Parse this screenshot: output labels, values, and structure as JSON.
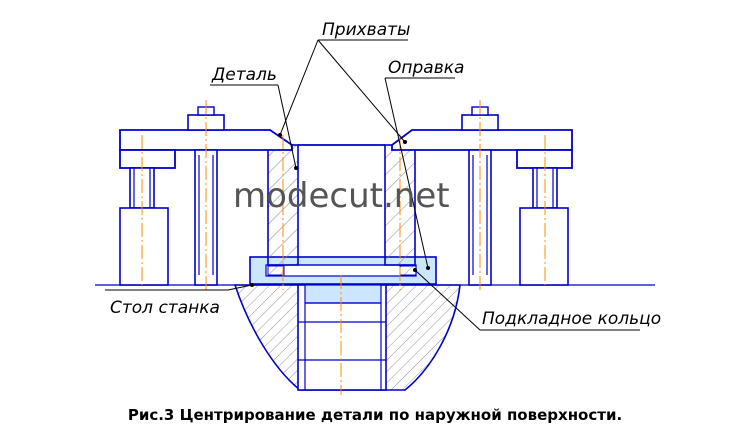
{
  "labels": {
    "clamps": "Прихваты",
    "part": "Деталь",
    "mandrel": "Оправка",
    "machine_table": "Стол станка",
    "base_ring": "Подкладное кольцо"
  },
  "watermark": "modecut.net",
  "caption": "Рис.3 Центрирование детали по наружной поверхности.",
  "colors": {
    "outline": "#0000cc",
    "axis": "#ff8c00",
    "fill_light": "#cce6ff",
    "hatch": "#888888"
  }
}
